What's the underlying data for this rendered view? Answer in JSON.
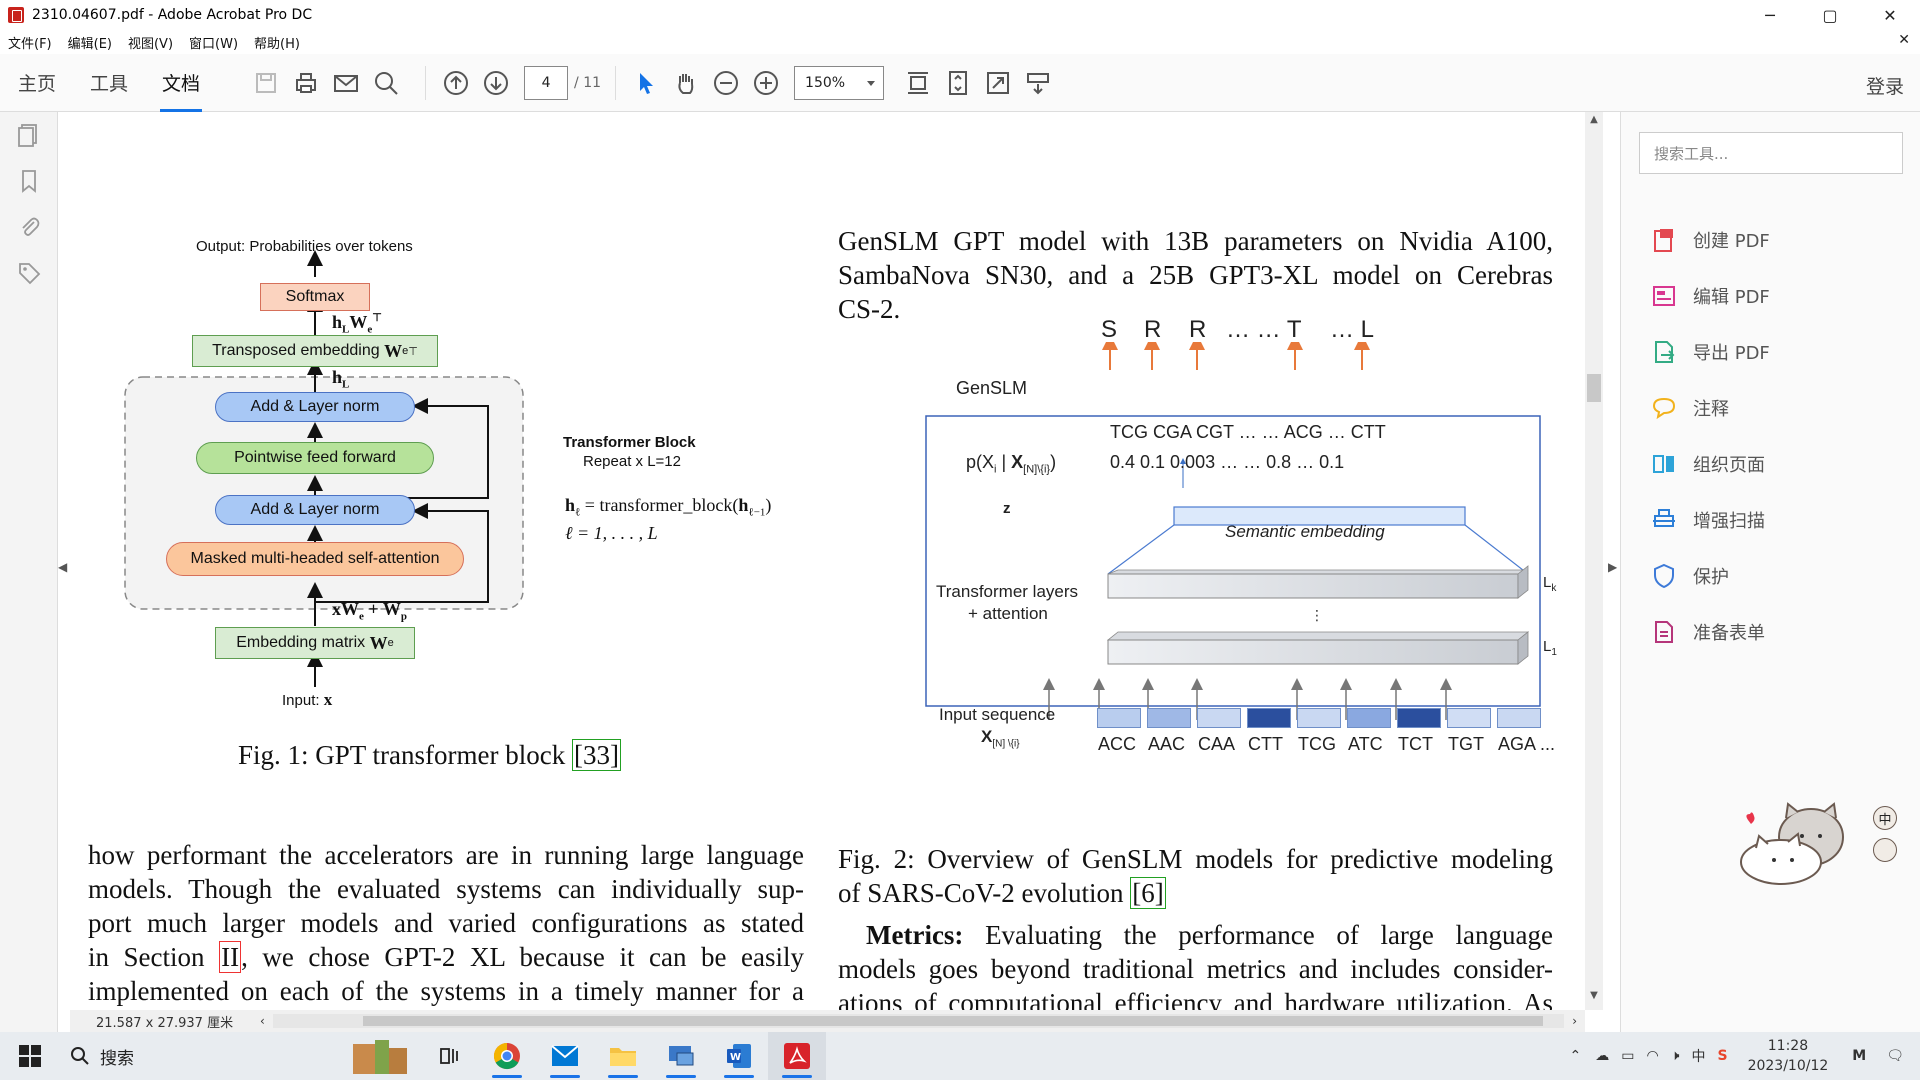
{
  "window": {
    "title": "2310.04607.pdf - Adobe Acrobat Pro DC",
    "min": "─",
    "max": "▢",
    "close": "✕"
  },
  "menu": [
    "文件(F)",
    "编辑(E)",
    "视图(V)",
    "窗口(W)",
    "帮助(H)"
  ],
  "toolbar": {
    "tabs": [
      "主页",
      "工具",
      "文档"
    ],
    "page": "4",
    "page_total": "/ 11",
    "zoom": "150%",
    "login": "登录"
  },
  "right_pane": {
    "search_placeholder": "搜索工具...",
    "items": [
      "创建 PDF",
      "编辑 PDF",
      "导出 PDF",
      "注释",
      "组织页面",
      "增强扫描",
      "保护",
      "准备表单"
    ]
  },
  "status": {
    "dimensions": "21.587 x 27.937 厘米"
  },
  "doc": {
    "fig1": {
      "output_label": "Output: Probabilities over tokens",
      "softmax": "Softmax",
      "hLWe": "h",
      "transposed": "Transposed embedding ",
      "hL": "h",
      "addnorm1": "Add & Layer norm",
      "ffn": "Pointwise feed forward",
      "addnorm2": "Add & Layer norm",
      "mmsa": "Masked multi-headed self-attention",
      "xwe": "xW",
      "embed": "Embedding matrix ",
      "input": "Input: ",
      "tb_title": "Transformer Block",
      "tb_repeat": "Repeat x L=12",
      "eq1": "h",
      "eq2": "ℓ = 1, . . . , L",
      "caption_pre": "Fig. 1:  GPT transformer block ",
      "caption_cite": "[33]"
    },
    "right_top": [
      "GenSLM GPT model with 13B parameters on Nvidia A100,",
      "SambaNova SN30, and a 25B GPT3-XL model on Cerebras",
      "CS-2."
    ],
    "fig2": {
      "out_tokens": [
        "S",
        "R",
        "R",
        "… … T",
        "… L"
      ],
      "genslm": "GenSLM",
      "codons_top": "TCG CGA CGT … … ACG … CTT",
      "probs": "0.4   0.1   0.003 … …  0.8 …  0.1",
      "prob_label": "p(X",
      "z": "z",
      "semantic": "Semantic embedding",
      "lk": "L",
      "l1": "L",
      "transformer": "Transformer layers",
      "attention": "+ attention",
      "input_seq": "Input sequence",
      "x_label": "X",
      "in_tokens": [
        "ACC",
        "AAC",
        "CAA",
        "CTT",
        "TCG",
        "ATC",
        "TCT",
        "TGT",
        "AGA ..."
      ],
      "token_colors": [
        "#b9cdee",
        "#9fb8e6",
        "#c9d8f2",
        "#2b4f9e",
        "#c9d8f2",
        "#8aa8e0",
        "#2b4f9e",
        "#d0ddf4",
        "#c9d8f2"
      ],
      "caption1": "Fig. 2:  Overview of GenSLM models for predictive modeling",
      "caption2_pre": "of SARS-CoV-2 evolution ",
      "caption2_cite": "[6]"
    },
    "left_para": [
      "how performant the accelerators are in running large language",
      "models. Though the evaluated systems can individually sup-",
      "port much larger models and varied configurations as stated",
      "in Section ",
      "II",
      ", we chose GPT-2 XL because it can be easily",
      "implemented on each of the systems in a timely manner for a"
    ],
    "metrics_bold": "Metrics:",
    "metrics_text": " Evaluating the performance of large language",
    "metrics_2": "models goes beyond traditional metrics and includes consider-",
    "metrics_3": "ations of computational efficiency and hardware utilization. As"
  },
  "taskbar": {
    "search": "搜索",
    "time": "11:28",
    "date": "2023/10/12",
    "ime": "中"
  }
}
